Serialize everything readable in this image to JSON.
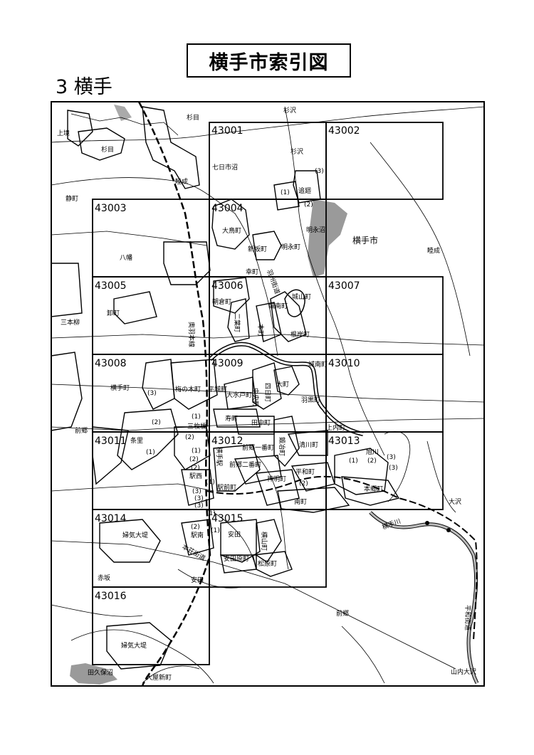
{
  "title": "横手市索引図",
  "section": "3 横手",
  "grid": [
    {
      "id": "43001"
    },
    {
      "id": "43002"
    },
    {
      "id": "43003"
    },
    {
      "id": "43004"
    },
    {
      "id": "43005"
    },
    {
      "id": "43006"
    },
    {
      "id": "43007"
    },
    {
      "id": "43008"
    },
    {
      "id": "43009"
    },
    {
      "id": "43010"
    },
    {
      "id": "43011"
    },
    {
      "id": "43012"
    },
    {
      "id": "43013"
    },
    {
      "id": "43014"
    },
    {
      "id": "43015"
    },
    {
      "id": "43016"
    }
  ],
  "places": [
    {
      "text": "杉目"
    },
    {
      "text": "杉沢"
    },
    {
      "text": "上境"
    },
    {
      "text": "杉目"
    },
    {
      "text": "七日市沼"
    },
    {
      "text": "杉沢"
    },
    {
      "text": "(3)"
    },
    {
      "text": "(1)"
    },
    {
      "text": "追廻"
    },
    {
      "text": "(2)"
    },
    {
      "text": "静町"
    },
    {
      "text": "睦成"
    },
    {
      "text": "明永沼"
    },
    {
      "text": "横手市"
    },
    {
      "text": "睦成"
    },
    {
      "text": "八幡"
    },
    {
      "text": "大鳥町"
    },
    {
      "text": "新坂町"
    },
    {
      "text": "明永町"
    },
    {
      "text": "羽州街道"
    },
    {
      "text": "幸町"
    },
    {
      "text": "朝倉町"
    },
    {
      "text": "城山町"
    },
    {
      "text": "城南町"
    },
    {
      "text": "根岸町"
    },
    {
      "text": "三本柳"
    },
    {
      "text": "卸町"
    },
    {
      "text": "奥羽本線"
    },
    {
      "text": "二葉町"
    },
    {
      "text": "本町"
    },
    {
      "text": "城南町"
    },
    {
      "text": "横手町"
    },
    {
      "text": "(3)"
    },
    {
      "text": "梅の木町"
    },
    {
      "text": "平城町"
    },
    {
      "text": "大水戸町"
    },
    {
      "text": "中央町"
    },
    {
      "text": "四日町"
    },
    {
      "text": "大町"
    },
    {
      "text": "羽黒町"
    },
    {
      "text": "寿町"
    },
    {
      "text": "田中町"
    },
    {
      "text": "(1)"
    },
    {
      "text": "三枚橋"
    },
    {
      "text": "(2)"
    },
    {
      "text": "(2)"
    },
    {
      "text": "前郷"
    },
    {
      "text": "上内町"
    },
    {
      "text": "条里"
    },
    {
      "text": "(1)"
    },
    {
      "text": "(1)"
    },
    {
      "text": "横手駅"
    },
    {
      "text": "前郷一番町"
    },
    {
      "text": "鍛冶町"
    },
    {
      "text": "清川町"
    },
    {
      "text": "旭川"
    },
    {
      "text": "(2)"
    },
    {
      "text": "駅西"
    },
    {
      "text": "前郷二番町"
    },
    {
      "text": "平和町"
    },
    {
      "text": "(1)"
    },
    {
      "text": "(2)"
    },
    {
      "text": "(3)"
    },
    {
      "text": "駅前町"
    },
    {
      "text": "神明町"
    },
    {
      "text": "本郷町"
    },
    {
      "text": "(3)"
    },
    {
      "text": "(3)"
    },
    {
      "text": "南町"
    },
    {
      "text": "大沢"
    },
    {
      "text": "婦気大堤"
    },
    {
      "text": "(2)"
    },
    {
      "text": "駅南"
    },
    {
      "text": "安田"
    },
    {
      "text": "横山町"
    },
    {
      "text": "横手川"
    },
    {
      "text": "(1)"
    },
    {
      "text": "本荘街道"
    },
    {
      "text": "安田原町"
    },
    {
      "text": "松原町"
    },
    {
      "text": "赤坂"
    },
    {
      "text": "安田"
    },
    {
      "text": "前郷"
    },
    {
      "text": "平和街道"
    },
    {
      "text": "婦気大堤"
    },
    {
      "text": "田久保沼"
    },
    {
      "text": "大屋新町"
    },
    {
      "text": "山内大沢"
    },
    {
      "text": "(1)"
    },
    {
      "text": "(1)"
    },
    {
      "text": "(2)"
    },
    {
      "text": "(3)"
    },
    {
      "text": "(3)"
    },
    {
      "text": "(2)"
    }
  ]
}
